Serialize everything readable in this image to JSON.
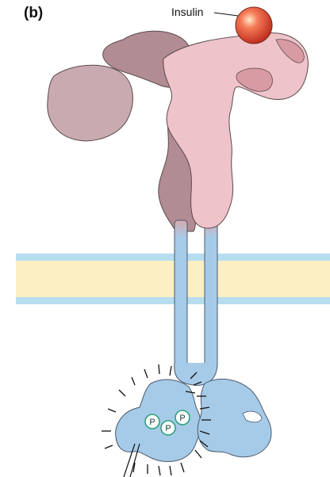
{
  "panel_label": "(b)",
  "insulin_label": "Insulin",
  "phosphate_label": "P",
  "colors": {
    "receptor_alpha_light": "#efc3ca",
    "receptor_alpha_dark": "#b18c92",
    "receptor_beta": "#a6cbe9",
    "membrane_outer": "#b7def0",
    "membrane_core": "#fcefc4",
    "insulin": "#e0442c",
    "phosphate_ring": "#2aa37c"
  }
}
